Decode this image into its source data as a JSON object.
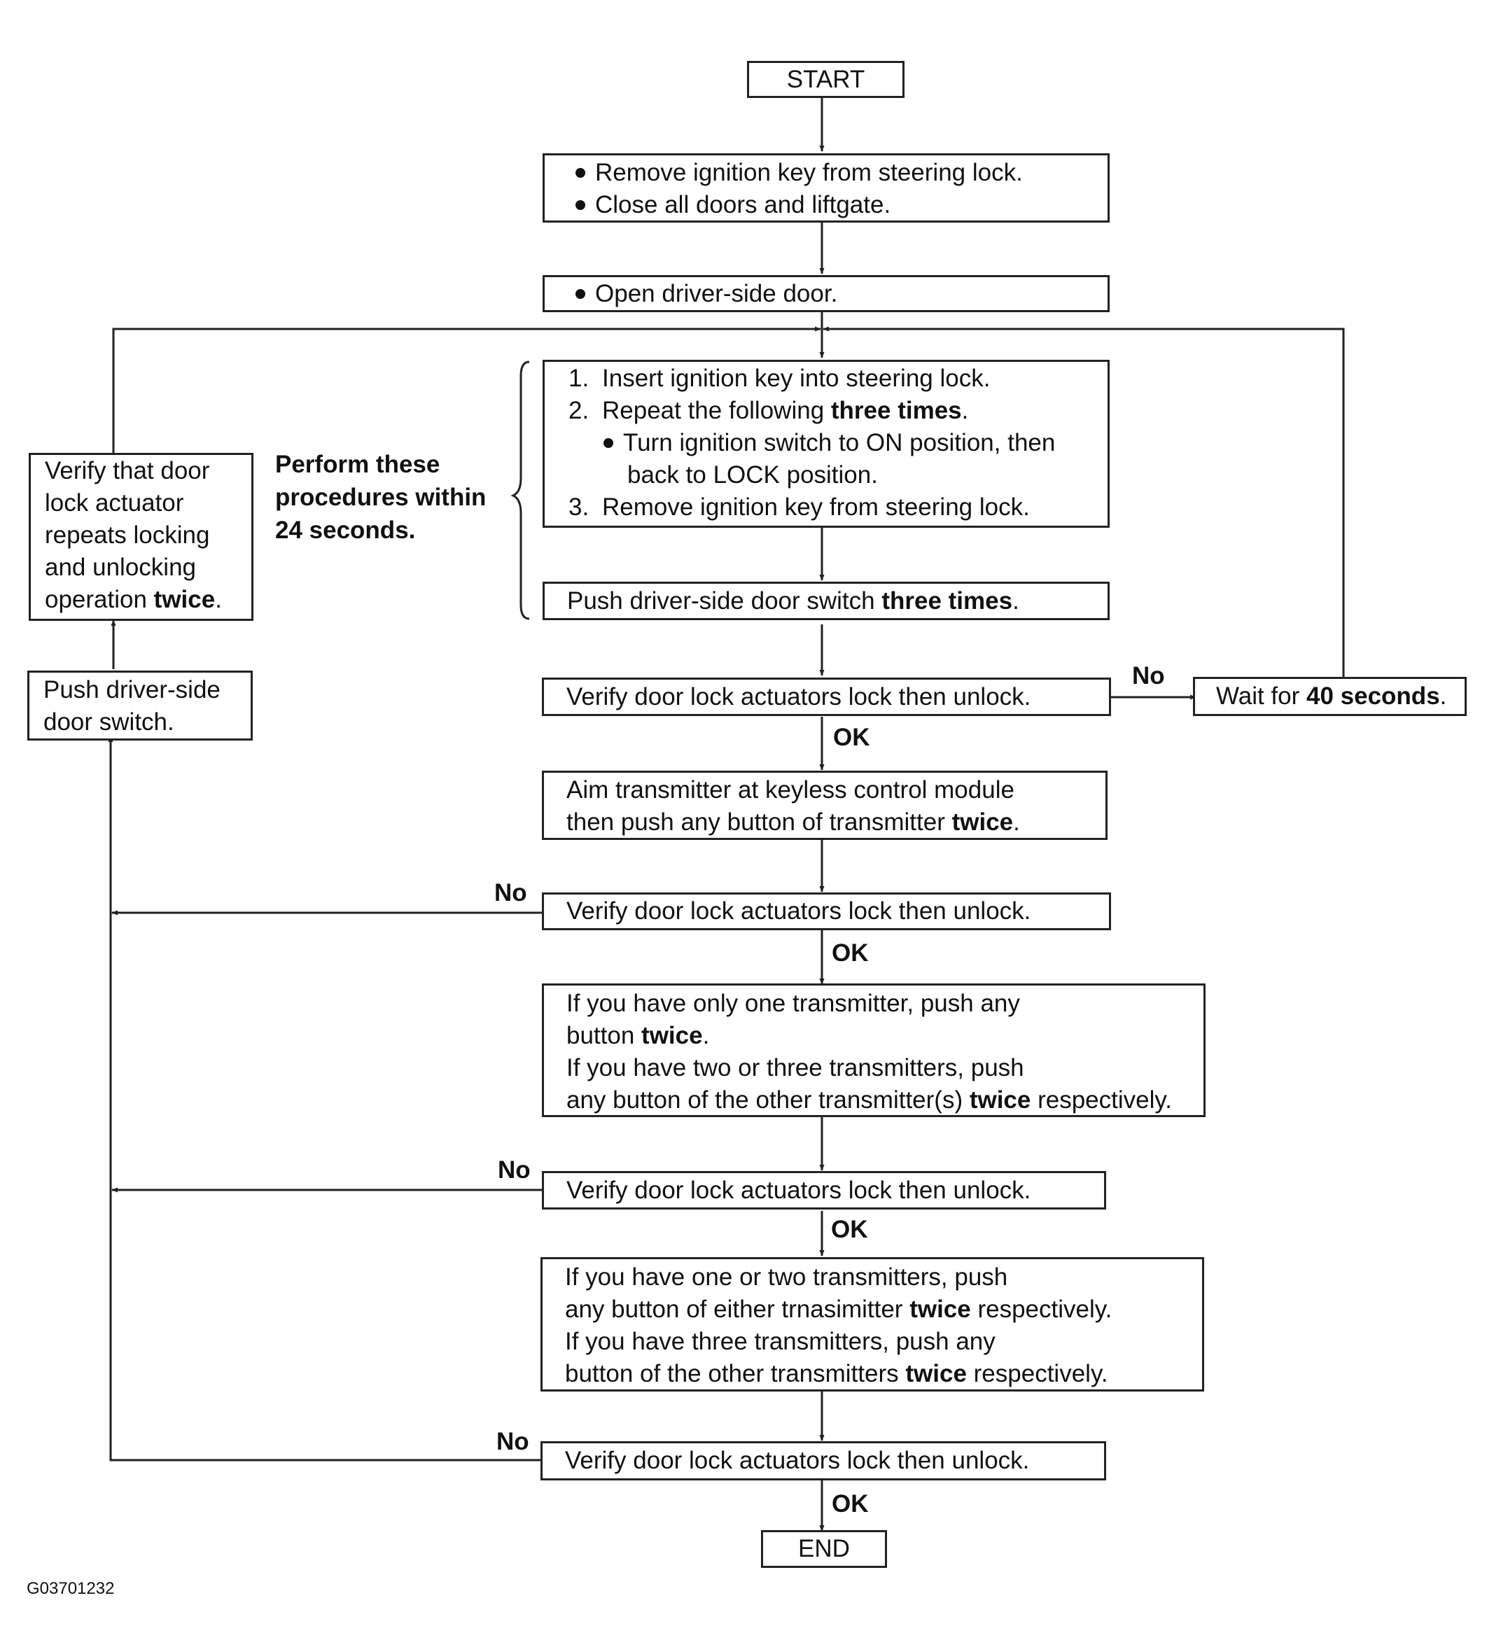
{
  "start": "START",
  "end": "END",
  "step_remove_close": [
    "Remove ignition key from steering lock.",
    "Close all doors and liftgate."
  ],
  "step_open": "Open driver-side door.",
  "step_procedure": {
    "n1": "1.",
    "l1": "Insert ignition key into steering lock.",
    "n2": "2.",
    "l2a": "Repeat the following ",
    "l2b": "three times",
    "l2c": ".",
    "l2sub_a": "Turn ignition switch to ON position, then",
    "l2sub_b": "back to LOCK position.",
    "n3": "3.",
    "l3": "Remove ignition key from steering lock."
  },
  "step_push_switch": {
    "a": "Push driver-side door switch ",
    "b": "three times",
    "c": "."
  },
  "verify_label": "Verify door lock actuators lock then unlock.",
  "wait": {
    "a": "Wait for ",
    "b": "40 seconds",
    "c": "."
  },
  "step_aim": {
    "l1": "Aim transmitter at keyless control module",
    "l2a": "then push any button of transmitter ",
    "l2b": "twice",
    "l2c": "."
  },
  "step_one_transmitter": {
    "l1": "If you have only one transmitter, push any",
    "l2a": "button ",
    "l2b": "twice",
    "l2c": ".",
    "l3": "If you have two or three transmitters, push",
    "l4a": "any button of the other transmitter(s) ",
    "l4b": "twice",
    "l4c": " respectively."
  },
  "step_two_transmitters": {
    "l1": "If you have one or two transmitters, push",
    "l2a": "any button of either trnasimitter ",
    "l2b": "twice",
    "l2c": " respectively.",
    "l3": "If you have three transmitters, push any",
    "l4a": "button of the other transmitters ",
    "l4b": "twice",
    "l4c": " respectively."
  },
  "left_verify": {
    "l1": "Verify that door",
    "l2": "lock actuator",
    "l3": "repeats locking",
    "l4": "and unlocking",
    "l5a": "operation ",
    "l5b": "twice",
    "l5c": "."
  },
  "left_push": {
    "l1": "Push driver-side",
    "l2": "door switch."
  },
  "note": {
    "l1": "Perform these",
    "l2": "procedures within",
    "l3": "24 seconds."
  },
  "label_no": "No",
  "label_ok": "OK",
  "figure_id": "G03701232"
}
